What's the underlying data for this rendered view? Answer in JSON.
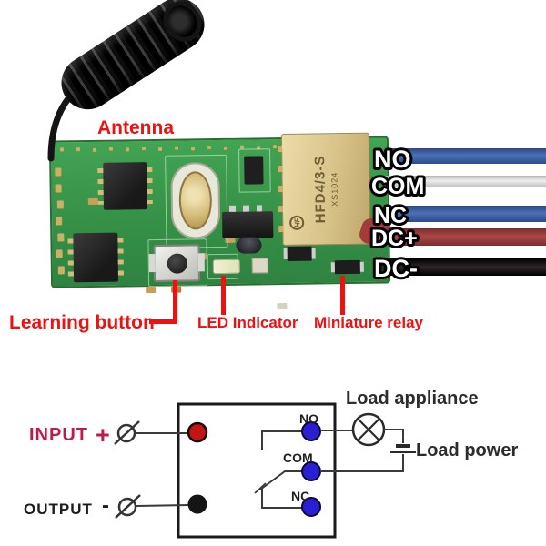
{
  "colors": {
    "annotation_red": "#ee1111",
    "input_crimson": "#c2194b",
    "diagram_ink": "#2c2c2c",
    "pcb_green": "#389549",
    "relay_body": "#d8c389",
    "wire_blue": "#4c70b8",
    "wire_white": "#eeeeee",
    "wire_red": "#ab4747",
    "wire_black": "#1a1216",
    "terminal_blue": "#2b1fd6",
    "terminal_red": "#c41414",
    "terminal_black": "#141414"
  },
  "photo": {
    "antenna_label": "Antenna",
    "callouts": {
      "learning_button": "Learning button",
      "led_indicator": "LED Indicator",
      "miniature_relay": "Miniature relay"
    },
    "wire_labels": {
      "no": "NO",
      "com": "COM",
      "nc": "NC",
      "dc_plus": "DC+",
      "dc_minus": "DC-"
    },
    "relay": {
      "model": "HFD4/3-S",
      "batch": "XS1024",
      "logo": "HF"
    }
  },
  "diagram": {
    "input": {
      "label": "INPUT",
      "sign": "+"
    },
    "output": {
      "label": "OUTPUT",
      "sign": "-"
    },
    "terminals": {
      "no": "NO",
      "com": "COM",
      "nc": "NC"
    },
    "load_appliance_label": "Load appliance",
    "load_power_label": "Load power"
  }
}
